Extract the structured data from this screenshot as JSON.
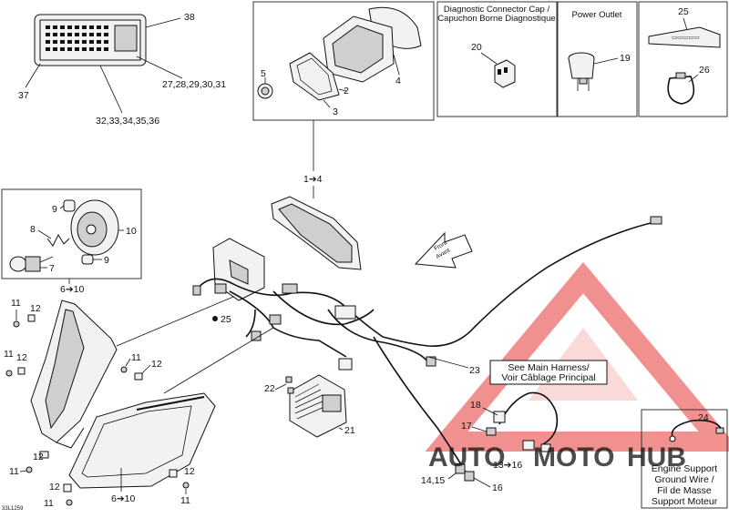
{
  "callouts": {
    "c38": "38",
    "c37": "37",
    "c27_31": "27,28,29,30,31",
    "c32_36": "32,33,34,35,36",
    "c5": "5",
    "c2": "2",
    "c3": "3",
    "c4": "4",
    "c1_4": "1➔4",
    "c20": "20",
    "c19": "19",
    "c25_top": "25",
    "c26": "26",
    "c9a": "9",
    "c10": "10",
    "c8": "8",
    "c7": "7",
    "c9b": "9",
    "c6_10_top": "6➔10",
    "c25_mid": "25",
    "c11a": "11",
    "c12a": "12",
    "c11b": "11",
    "c12b": "12",
    "c11c": "11",
    "c12c": "12",
    "c22": "22",
    "c21": "21",
    "c23": "23",
    "c18": "18",
    "c17": "17",
    "c13_16": "13➔16",
    "c14_15": "14,15",
    "c16": "16",
    "c24": "24",
    "c11d": "11",
    "c12d": "12",
    "c11e": "11",
    "c12e": "12",
    "c11f": "11",
    "c6_10_bottom": "6➔10"
  },
  "boxes": {
    "diagnostic_title_1": "Diagnostic Connector Cap /",
    "diagnostic_title_2": "Capuchon Borne Diagnostique",
    "power_outlet_title": "Power Outlet"
  },
  "front_arrow": {
    "line1": "Front",
    "line2": "Avant"
  },
  "see_main": {
    "line1": "See Main Harness/",
    "line2": "Voir Câblage Principal"
  },
  "engine_support": {
    "line1": "Engine Support",
    "line2": "Ground Wire /",
    "line3": "Fil de Masse",
    "line4": "Support Moteur"
  },
  "figure_code": "33L1259",
  "watermark": {
    "part1": "AUTO",
    "part2": "MOTO",
    "part3": "HUB",
    "color1": "#f5a623",
    "color2": "#e53935",
    "color3": "#9e9e9e"
  }
}
